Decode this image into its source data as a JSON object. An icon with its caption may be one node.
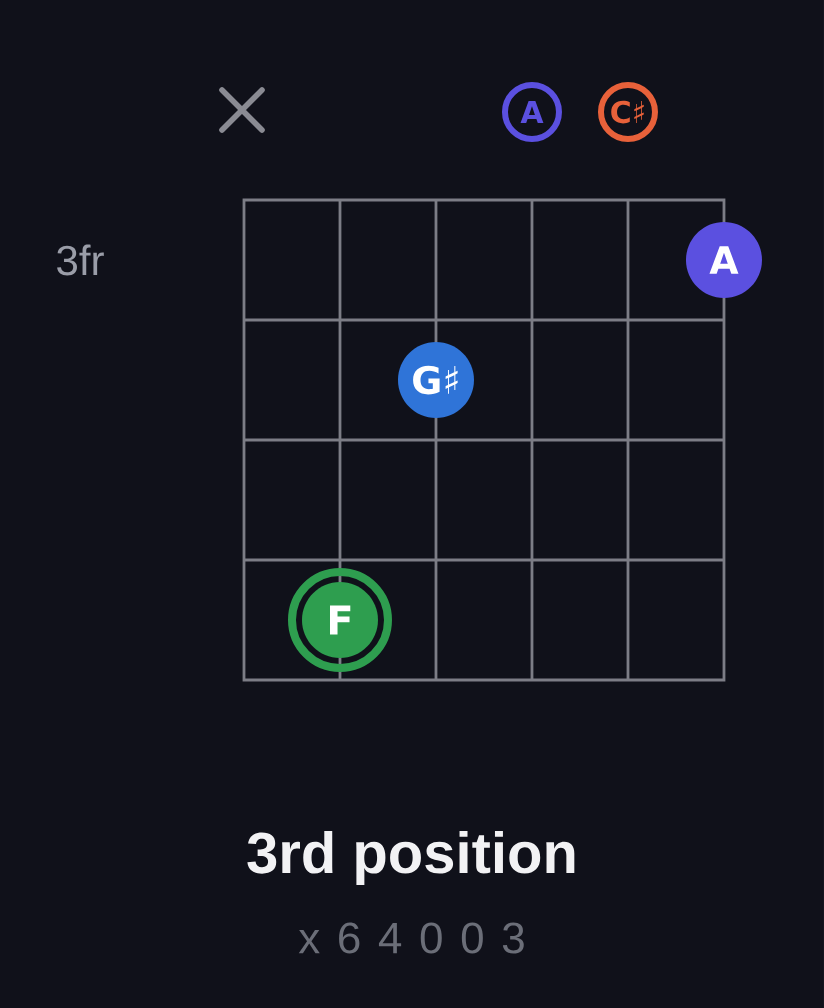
{
  "diagram": {
    "title": "3rd position",
    "caption": "x 6 4 0 0 3",
    "nodes": [
      {
        "text": [
          "A"
        ]
      },
      {
        "text": [
          "C♯"
        ]
      },
      {
        "text": [
          "A"
        ]
      },
      {
        "text": [
          "G♯"
        ]
      },
      {
        "text": [
          "F"
        ]
      }
    ],
    "labels": [
      "3fr"
    ]
  }
}
